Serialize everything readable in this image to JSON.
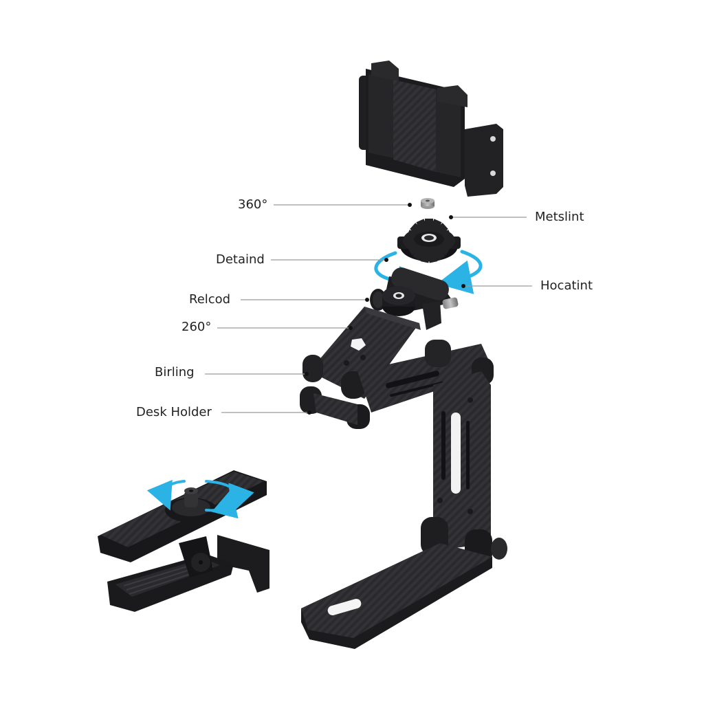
{
  "diagram": {
    "type": "exploded-view product diagram",
    "subject": "Carbon-fiber foldable phone desk holder with clamp",
    "colors": {
      "background": "#ffffff",
      "part_dark": "#1e1e20",
      "part_mid": "#2c2c2f",
      "part_edge": "#3a3a3e",
      "carbon_stripe": "#38383c",
      "metal": "#9a9a9a",
      "rotation_arrow": "#2bb3e6",
      "leader_line": "#9a9a9a",
      "leader_dot": "#111111",
      "label_text": "#222222"
    },
    "labels": [
      {
        "id": "label-360",
        "text": "360°",
        "side": "left"
      },
      {
        "id": "label-metslint",
        "text": "Metslint",
        "side": "right"
      },
      {
        "id": "label-detaind",
        "text": "Detaind",
        "side": "left"
      },
      {
        "id": "label-hocatint",
        "text": "Hocatint",
        "side": "right"
      },
      {
        "id": "label-relcod",
        "text": "Relcod",
        "side": "left"
      },
      {
        "id": "label-260",
        "text": "260°",
        "side": "left"
      },
      {
        "id": "label-birling",
        "text": "Birling",
        "side": "left"
      },
      {
        "id": "label-desk-holder",
        "text": "Desk Holder",
        "side": "left"
      }
    ],
    "components": [
      "phone-clamp-head",
      "spacer-nut",
      "gear-wheel",
      "rotation-knob-joint",
      "folding-arm",
      "double-hinge",
      "vertical-support",
      "base-plate",
      "spring-clip-clamp"
    ]
  }
}
